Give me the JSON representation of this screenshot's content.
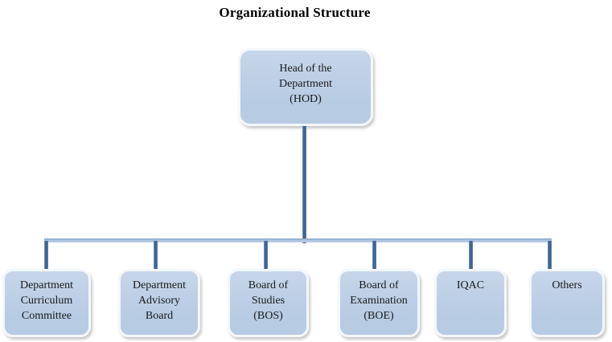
{
  "title": "Organizational Structure",
  "colors": {
    "background": "#ffffff",
    "node-fill-top": "#c7d6ea",
    "node-fill-bottom": "#b7cbe3",
    "node-border": "#f3f7fb",
    "node-shadow": "#c9c9c9",
    "connector-dark": "#3e6595",
    "connector-light-top": "#8aa5c8",
    "connector-light-bottom": "#b4c9e3",
    "text": "#1a1a1a"
  },
  "root": {
    "label": "Head of the\nDepartment\n(HOD)"
  },
  "children": [
    {
      "label": "Department\nCurriculum\nCommittee"
    },
    {
      "label": "Department\nAdvisory\nBoard"
    },
    {
      "label": "Board of\nStudies\n(BOS)"
    },
    {
      "label": "Board of\nExamination\n(BOE)"
    },
    {
      "label": "IQAC"
    },
    {
      "label": "Others"
    }
  ]
}
